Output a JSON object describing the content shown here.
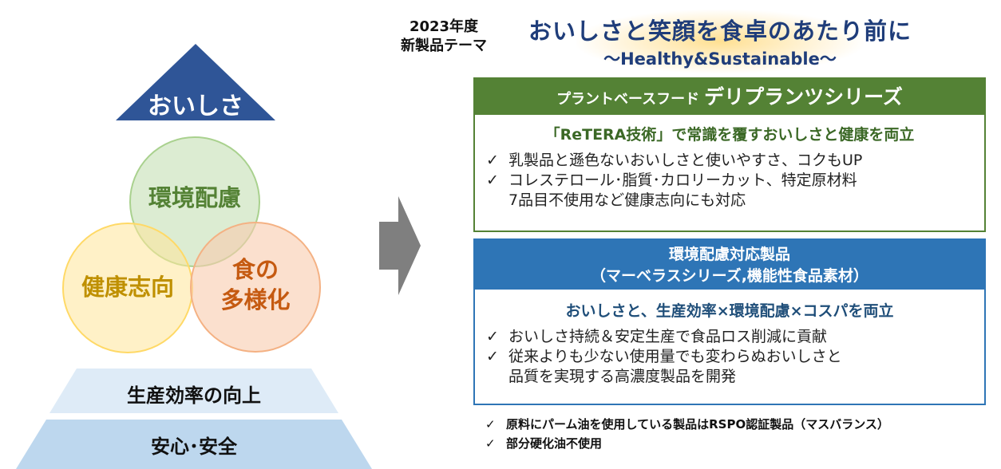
{
  "diagram": {
    "top_label": "おいしさ",
    "circles": {
      "environment": "環境配慮",
      "health": "健康志向",
      "food_line1": "食の",
      "food_line2": "多様化"
    },
    "tiers": {
      "efficiency": "生産効率の向上",
      "safety": "安心･安全"
    },
    "colors": {
      "apex": "#2f5597",
      "green_circle": "#a9d18e",
      "yellow_circle": "#ffd966",
      "orange_circle": "#f4b183",
      "tier_light": "#deebf7",
      "tier_mid": "#bdd7ee"
    }
  },
  "header": {
    "year_line1": "2023年度",
    "year_line2": "新製品テーマ",
    "title": "おいしさと笑顔を食卓のあたり前に",
    "subtitle": "～Healthy&Sustainable～"
  },
  "green_box": {
    "head_small": "プラントベースフード",
    "head_big": "デリプランツシリーズ",
    "subtitle": "「ReTERA技術」で常識を覆すおいしさと健康を両立",
    "bullets": [
      "乳製品と遜色ないおいしさと使いやすさ、コクもUP",
      "コレステロール･脂質･カロリーカット、特定原材料",
      "7品目不使用など健康志向にも対応"
    ],
    "color": "#548235"
  },
  "blue_box": {
    "head_line1": "環境配慮対応製品",
    "head_line2": "（マーベラスシリーズ,機能性食品素材）",
    "subtitle": "おいしさと、生産効率×環境配慮×コスパを両立",
    "bullets": [
      "おいしさ持続＆安定生産で食品ロス削減に貢献",
      "従来よりも少ない使用量でも変わらぬおいしさと",
      "品質を実現する高濃度製品を開発"
    ],
    "color": "#2e75b6"
  },
  "notes": [
    "原料にパーム油を使用している製品はRSPO認証製品（マスバランス）",
    "部分硬化油不使用"
  ],
  "check_mark": "✓"
}
